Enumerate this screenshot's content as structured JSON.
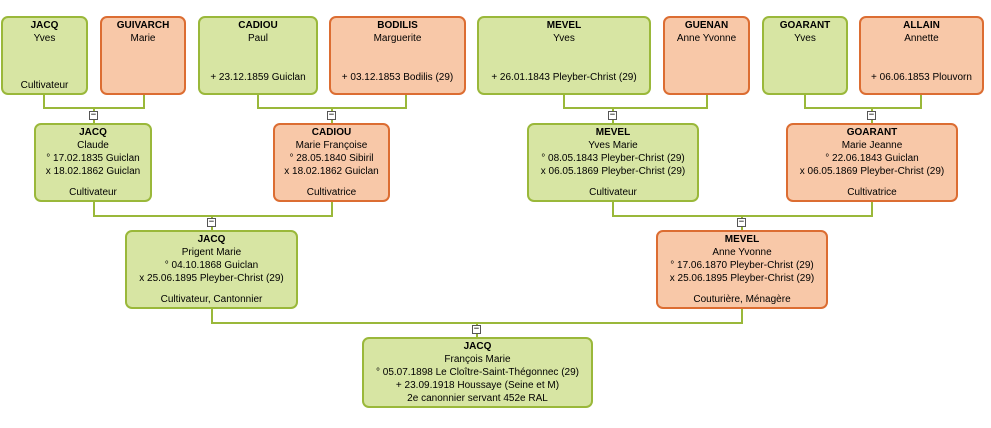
{
  "toggle_symbol": "−",
  "persons": {
    "g1": {
      "name": "JACQ",
      "given": "Yves",
      "lines": [],
      "occupation": "Cultivateur"
    },
    "g2": {
      "name": "GUIVARCH",
      "given": "Marie",
      "lines": [],
      "occupation": ""
    },
    "g3": {
      "name": "CADIOU",
      "given": "Paul",
      "lines": [
        "+ 23.12.1859 Guiclan"
      ],
      "occupation": ""
    },
    "g4": {
      "name": "BODILIS",
      "given": "Marguerite",
      "lines": [
        "+ 03.12.1853 Bodilis (29)"
      ],
      "occupation": ""
    },
    "g5": {
      "name": "MEVEL",
      "given": "Yves",
      "lines": [
        "+ 26.01.1843 Pleyber-Christ (29)"
      ],
      "occupation": ""
    },
    "g6": {
      "name": "GUENAN",
      "given": "Anne Yvonne",
      "lines": [],
      "occupation": ""
    },
    "g7": {
      "name": "GOARANT",
      "given": "Yves",
      "lines": [],
      "occupation": ""
    },
    "g8": {
      "name": "ALLAIN",
      "given": "Annette",
      "lines": [
        "+ 06.06.1853 Plouvorn"
      ],
      "occupation": ""
    },
    "p1": {
      "name": "JACQ",
      "given": "Claude",
      "lines": [
        "° 17.02.1835 Guiclan",
        "x 18.02.1862 Guiclan"
      ],
      "occupation": "Cultivateur"
    },
    "p2": {
      "name": "CADIOU",
      "given": "Marie Françoise",
      "lines": [
        "° 28.05.1840 Sibiril",
        "x 18.02.1862 Guiclan"
      ],
      "occupation": "Cultivatrice"
    },
    "p3": {
      "name": "MEVEL",
      "given": "Yves Marie",
      "lines": [
        "° 08.05.1843 Pleyber-Christ (29)",
        "x 06.05.1869 Pleyber-Christ (29)"
      ],
      "occupation": "Cultivateur"
    },
    "p4": {
      "name": "GOARANT",
      "given": "Marie Jeanne",
      "lines": [
        "° 22.06.1843 Guiclan",
        "x 06.05.1869 Pleyber-Christ (29)"
      ],
      "occupation": "Cultivatrice"
    },
    "q1": {
      "name": "JACQ",
      "given": "Prigent Marie",
      "lines": [
        "° 04.10.1868 Guiclan",
        "x 25.06.1895 Pleyber-Christ (29)"
      ],
      "occupation": "Cultivateur, Cantonnier"
    },
    "q2": {
      "name": "MEVEL",
      "given": "Anne Yvonne",
      "lines": [
        "° 17.06.1870 Pleyber-Christ (29)",
        "x 25.06.1895 Pleyber-Christ (29)"
      ],
      "occupation": "Couturière, Ménagère"
    },
    "r1": {
      "name": "JACQ",
      "given": "François Marie",
      "lines": [
        "° 05.07.1898 Le Cloître-Saint-Thégonnec (29)",
        "+ 23.09.1918 Houssaye (Seine et M)"
      ],
      "occupation": "2e canonnier servant 452e RAL"
    }
  }
}
